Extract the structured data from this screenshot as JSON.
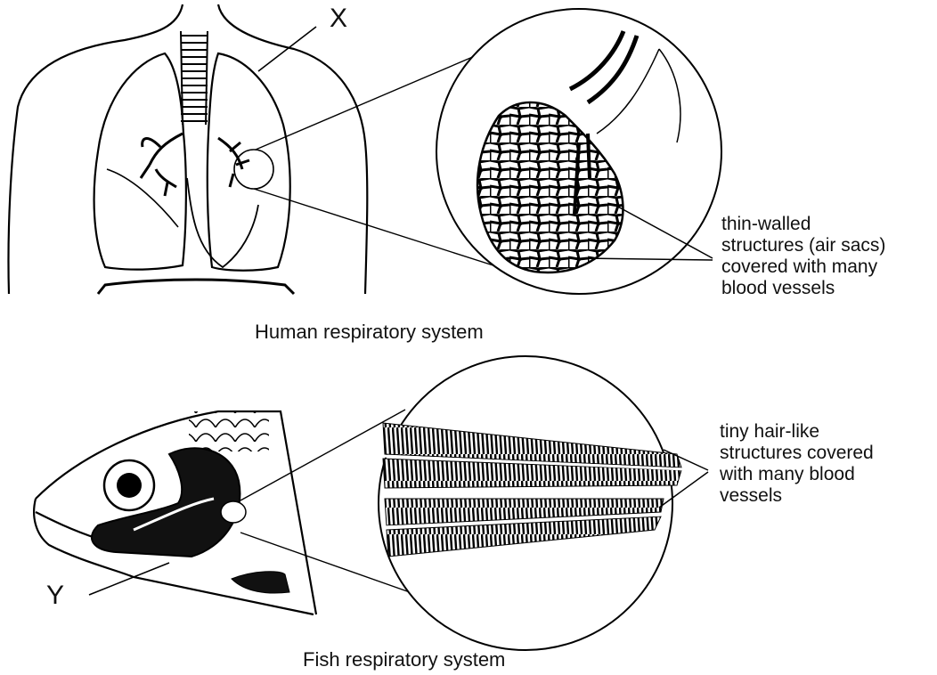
{
  "human": {
    "label_x": "X",
    "caption": "Human respiratory system",
    "note_lines": [
      "thin-walled",
      "structures (air sacs)",
      "covered with many",
      "blood vessels"
    ]
  },
  "fish": {
    "label_y": "Y",
    "caption": "Fish respiratory system",
    "note_lines": [
      "tiny hair-like",
      "structures covered",
      "with many blood",
      "vessels"
    ]
  }
}
